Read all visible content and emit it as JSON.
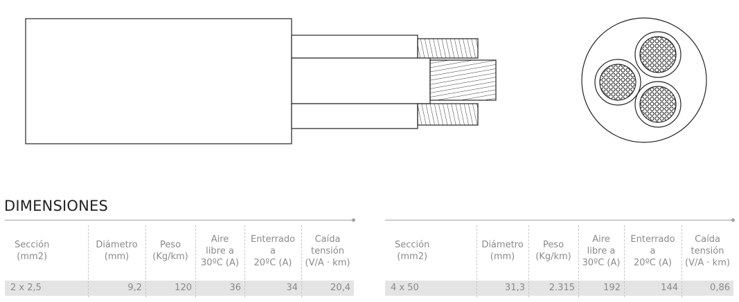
{
  "section_title": "DIMENSIONES",
  "columns": [
    {
      "lines": [
        "Sección",
        "(mm2)"
      ]
    },
    {
      "lines": [
        "Diámetro",
        "(mm)"
      ]
    },
    {
      "lines": [
        "Peso",
        "(Kg/km)"
      ]
    },
    {
      "lines": [
        "Aire",
        "libre a",
        "30ºC (A)"
      ]
    },
    {
      "lines": [
        "Enterrado",
        "a",
        "20ºC (A)"
      ]
    },
    {
      "lines": [
        "Caída",
        "tensión",
        "(V/A · km)"
      ]
    }
  ],
  "tables": [
    {
      "row": [
        "2 x 2,5",
        "9,2",
        "120",
        "36",
        "34",
        "20,4"
      ]
    },
    {
      "row": [
        "4 x 50",
        "31,3",
        "2.315",
        "192",
        "144",
        "0,86"
      ]
    }
  ],
  "colors": {
    "rule": "#a0a0a0",
    "row_bg": "#e4e4e4",
    "text": "#8a8a8a",
    "line": "#222222"
  },
  "icons": [
    "cable-side-view-icon",
    "cable-cross-section-icon"
  ]
}
